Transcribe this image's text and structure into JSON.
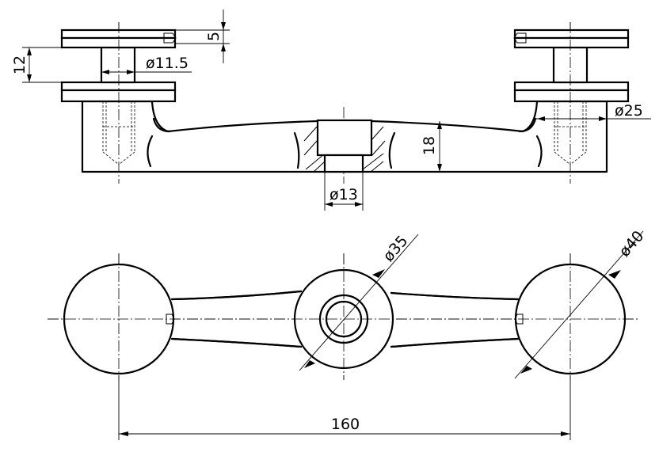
{
  "dimensions": {
    "fixing_thickness": "5",
    "fixing_gap": "12",
    "bolt_diameter": "ø11.5",
    "arm_boss_diameter": "ø25",
    "center_bore_depth": "18",
    "center_hole_diameter": "ø13",
    "hub_diameter": "ø35",
    "pad_diameter": "ø40",
    "center_distance": "160"
  }
}
